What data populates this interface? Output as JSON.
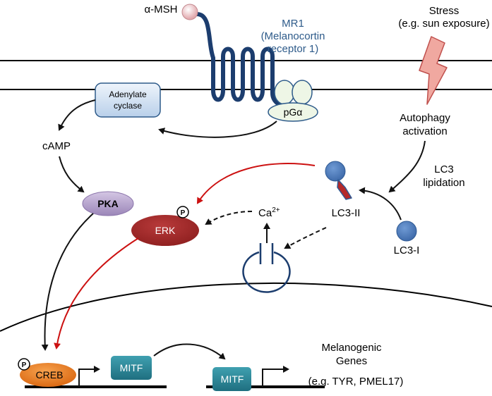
{
  "labels": {
    "alpha_msh": "α-MSH",
    "mr1_line1": "MR1",
    "mr1_line2": "(Melanocortin",
    "mr1_line3": "receptor 1)",
    "stress_line1": "Stress",
    "stress_line2": "(e.g. sun exposure)",
    "adenylate_line1": "Adenylate",
    "adenylate_line2": "cyclase",
    "pg_alpha": "pGα",
    "autophagy_line1": "Autophagy",
    "autophagy_line2": "activation",
    "camp": "cAMP",
    "lc3_lipidation_line1": "LC3",
    "lc3_lipidation_line2": "lipidation",
    "pka": "PKA",
    "erk": "ERK",
    "phospho": "P",
    "ca_base": "Ca",
    "ca_sup": "2+",
    "lc3_ii": "LC3-II",
    "lc3_i": "LC3-I",
    "creb": "CREB",
    "mitf_1": "MITF",
    "mitf_2": "MITF",
    "melanogenic_line1": "Melanogenic",
    "melanogenic_line2": "Genes",
    "genes_example": "(e.g. TYR, PMEL17)"
  },
  "colors": {
    "black_arrow": "#111111",
    "red_arrow": "#cc1111",
    "receptor": "#1c3d6e",
    "mr1_text": "#2e5b8a",
    "lightning_fill": "#f0a8a0",
    "lightning_stroke": "#c0504d",
    "erk": "#a52a2a",
    "creb": "#e8761d",
    "mitf": "#2e8a9a",
    "pka": "#b7a3cf",
    "lc3": "#4f7fc0",
    "adenylate": "#c9dcf2"
  }
}
